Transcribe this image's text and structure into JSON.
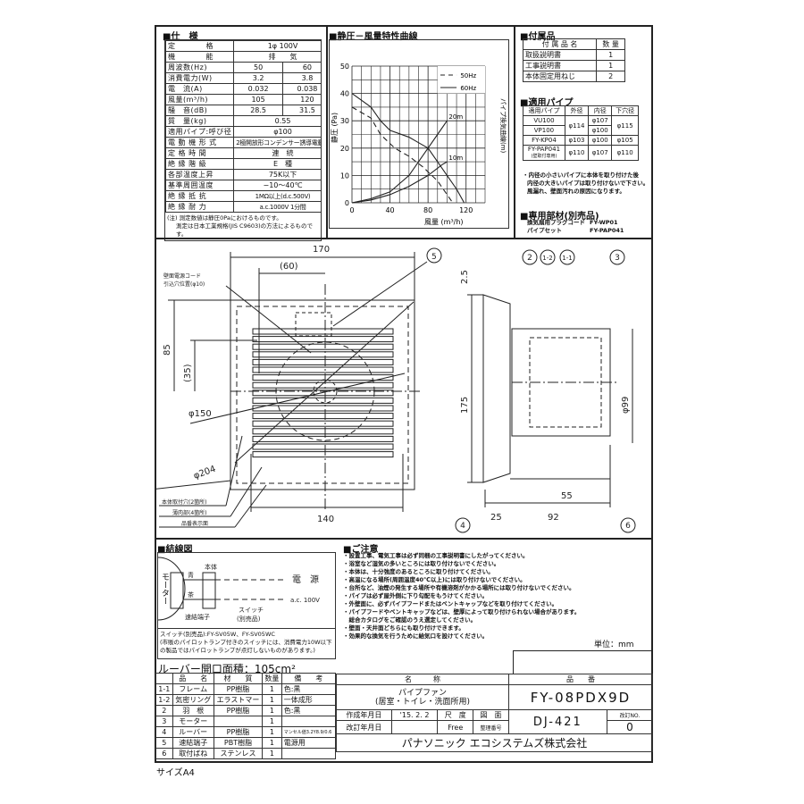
{
  "spec": {
    "title": "■仕　様",
    "rows": [
      {
        "label": "定　　　　格",
        "value": "1φ 100V"
      },
      {
        "label": "機　　　　能",
        "value": "排　　気"
      },
      {
        "label": "周波数(Hz)",
        "v50": "50",
        "v60": "60"
      },
      {
        "label": "消費電力(W)",
        "v50": "3.2",
        "v60": "3.8"
      },
      {
        "label": "電　流(A)",
        "v50": "0.032",
        "v60": "0.038"
      },
      {
        "label": "風量(m³/h)",
        "v50": "105",
        "v60": "120"
      },
      {
        "label": "騒　音(dB)",
        "v50": "28.5",
        "v60": "31.5"
      },
      {
        "label": "質　量(kg)",
        "value": "0.55"
      },
      {
        "label": "適用パイプ:呼び径",
        "value": "φ100"
      },
      {
        "label": "電 動 機 形 式",
        "value": "2極開放形コンデンサー誘導電動機"
      },
      {
        "label": "定 格 時 間",
        "value": "連　続"
      },
      {
        "label": "絶 縁 階 級",
        "value": "E　種"
      },
      {
        "label": "各部温度上昇",
        "value": "75K以下"
      },
      {
        "label": "基準周囲温度",
        "value": "−10〜40℃"
      },
      {
        "label": "絶 縁 抵 抗",
        "value": "1MΩ以上(d.c.500V)"
      },
      {
        "label": "絶 縁 耐 力",
        "value": "a.c.1000V 1分間"
      }
    ],
    "note1": "(注) 測定数値は静圧0Paにおけるものです。",
    "note2": "測定は日本工業規格(JIS C9603)の方法によるものです。"
  },
  "chart_data": {
    "type": "line",
    "title": "■静圧－風量特性曲線",
    "xlabel": "風量 (m³/h)",
    "ylabel": "静圧 (Pa)",
    "y2label": "パイプ換気曲線(m)",
    "xlim": [
      0,
      140
    ],
    "ylim": [
      0,
      50
    ],
    "xticks": [
      "0",
      "40",
      "80",
      "120"
    ],
    "yticks": [
      "0",
      "10",
      "20",
      "30",
      "40",
      "50"
    ],
    "grid": true,
    "legend": "top-right",
    "series": [
      {
        "name": "50Hz",
        "style": "dashed",
        "x": [
          0,
          20,
          30,
          45,
          60,
          75,
          90,
          100,
          106
        ],
        "y": [
          35,
          31,
          25,
          20,
          17,
          13,
          8,
          3,
          0
        ]
      },
      {
        "name": "60Hz",
        "style": "solid",
        "x": [
          0,
          20,
          30,
          40,
          60,
          70,
          80,
          90,
          100,
          110,
          118
        ],
        "y": [
          40,
          35,
          30,
          26.5,
          24,
          22,
          20,
          15,
          10,
          5,
          0
        ]
      },
      {
        "name": "20m",
        "style": "solid",
        "x": [
          0,
          20,
          40,
          60,
          70,
          80,
          90,
          100
        ],
        "y": [
          0,
          1.5,
          4,
          10,
          15,
          20,
          25,
          30
        ]
      },
      {
        "name": "10m",
        "style": "solid",
        "x": [
          0,
          20,
          40,
          60,
          80,
          95,
          100
        ],
        "y": [
          0,
          1,
          3,
          6,
          10,
          14,
          15
        ]
      }
    ]
  },
  "accessories": {
    "title": "■付属品",
    "headers": [
      "付 属 品 名",
      "数 量"
    ],
    "rows": [
      [
        "取扱説明書",
        "1"
      ],
      [
        "工事説明書",
        "1"
      ],
      [
        "本体固定用ねじ",
        "2"
      ]
    ]
  },
  "pipes": {
    "title": "■適用パイプ",
    "headers": [
      "適用パイプ",
      "外径",
      "内径",
      "下穴径"
    ],
    "rows": [
      [
        "VU100",
        "φ114",
        "φ107",
        "φ115"
      ],
      [
        "VP100",
        "",
        "φ100",
        ""
      ],
      [
        "FY-KP04",
        "φ103",
        "φ100",
        "φ105"
      ],
      [
        "FY-PAP041",
        "φ110",
        "φ107",
        "φ110"
      ]
    ],
    "pap_sub": "(壁取付専用)",
    "notes": [
      "・内径の小さいパイプに本体を取り付けた後",
      "内径の大きいパイプは取り付けないで下さい。",
      "風漏れ、壁面汚れの原因になります。"
    ]
  },
  "options": {
    "title": "■専用部材(別売品)",
    "rows": [
      [
        "換気扇用プラグコード",
        "FY-WP01"
      ],
      [
        "パイプセット",
        "FY-PAP041"
      ]
    ]
  },
  "drawing": {
    "dims": {
      "w170": "170",
      "w60": "(60)",
      "h85": "85",
      "h35": "(35)",
      "d150": "φ150",
      "d204": "φ204",
      "w140": "140",
      "s25a": "2.5",
      "h175": "175",
      "d99": "φ99",
      "w55": "55",
      "w25": "25",
      "w92": "92"
    },
    "labels": {
      "cord": "壁面電源コード",
      "cord2": "引込穴位置(φ10)",
      "mount": "本体取付穴(2箇所)",
      "thin": "薄肉部(4箇所)",
      "model": "品番表示面"
    },
    "callouts": [
      "5",
      "2",
      "1-2",
      "1-1",
      "3",
      "4",
      "6"
    ]
  },
  "wiring": {
    "title": "■結線図",
    "body": "本体",
    "motor": "モーター",
    "blue": "青",
    "brown": "茶",
    "terminal": "速結端子",
    "power": "電　源",
    "voltage": "a.c. 100V",
    "switch": "スイッチ",
    "switch2": "(別売品)",
    "switch_note": "スイッチ(別売品):FY-SV05W、FY-SV05WC",
    "switch_note2": "(市販のパイロットランプ付きのスイッチには、消費電力10W以下",
    "switch_note3": "の製品ではパイロットランプが点灯しないものがあります。)"
  },
  "cautions": {
    "title": "■ご注意",
    "items": [
      "・設置工事、電気工事は必ず同梱の工事説明書にしたがってください。",
      "・浴室など湿気の多いところには取り付けないでください。",
      "・本体は、十分強度のあるところに取り付けてください。",
      "・高温になる場所(周囲温度40℃以上)には取り付けないでください。",
      "・台所など、油煙の発生する場所や有機溶剤がかかる場所には取り付けないでください。",
      "・パイプは必ず屋外側に下り勾配をもうけてください。",
      "・外壁面に、必ずパイプフードまたはベントキャップなどを取り付けてください。",
      "・パイプフードやベントキャップなどは、壁厚によって取り付けられない場合があります。",
      "　総合カタログをご確認のうえ選定してください。",
      "・壁面・天井面どちらにも取り付けできます。",
      "・効果的な換気を行うために給気口を設けてください。"
    ],
    "unit": "単位：mm"
  },
  "louver": "ルーバー開口面積：105cm²",
  "parts": {
    "headers": [
      "",
      "品　　名",
      "材　　質",
      "数量",
      "備　　考"
    ],
    "rows": [
      [
        "1-1",
        "フレーム",
        "PP樹脂",
        "1",
        "色:黒"
      ],
      [
        "1-2",
        "気密リング",
        "エラストマー",
        "1",
        "一体成形"
      ],
      [
        "2",
        "羽　根",
        "PP樹脂",
        "1",
        "色:黒"
      ],
      [
        "3",
        "モーター",
        "",
        "1",
        ""
      ],
      [
        "4",
        "ルーバー",
        "PP樹脂",
        "1",
        "マンセル値3.2Y8.9/0.6"
      ],
      [
        "5",
        "速結端子",
        "PBT樹脂",
        "1",
        "電源用"
      ],
      [
        "6",
        "取付ばね",
        "ステンレス",
        "1",
        ""
      ]
    ]
  },
  "titleblock": {
    "name_h": "名　　　称",
    "number_h": "品　　番",
    "name1": "パイプファン",
    "name2": "(居室・トイレ・洗面所用)",
    "model": "FY-08PDX9D",
    "created_l": "作成年月日",
    "created": "'15. 2. 2",
    "revised_l": "改訂年月日",
    "revised": "",
    "scale_l": "尺　度",
    "scale": "Free",
    "drawno_l1": "図　面",
    "drawno_l2": "整理番号",
    "drawno": "DJ-421",
    "rev_l": "改訂NO.",
    "rev": "0",
    "company": "パナソニック エコシステムズ株式会社"
  },
  "size": "サイズA4"
}
